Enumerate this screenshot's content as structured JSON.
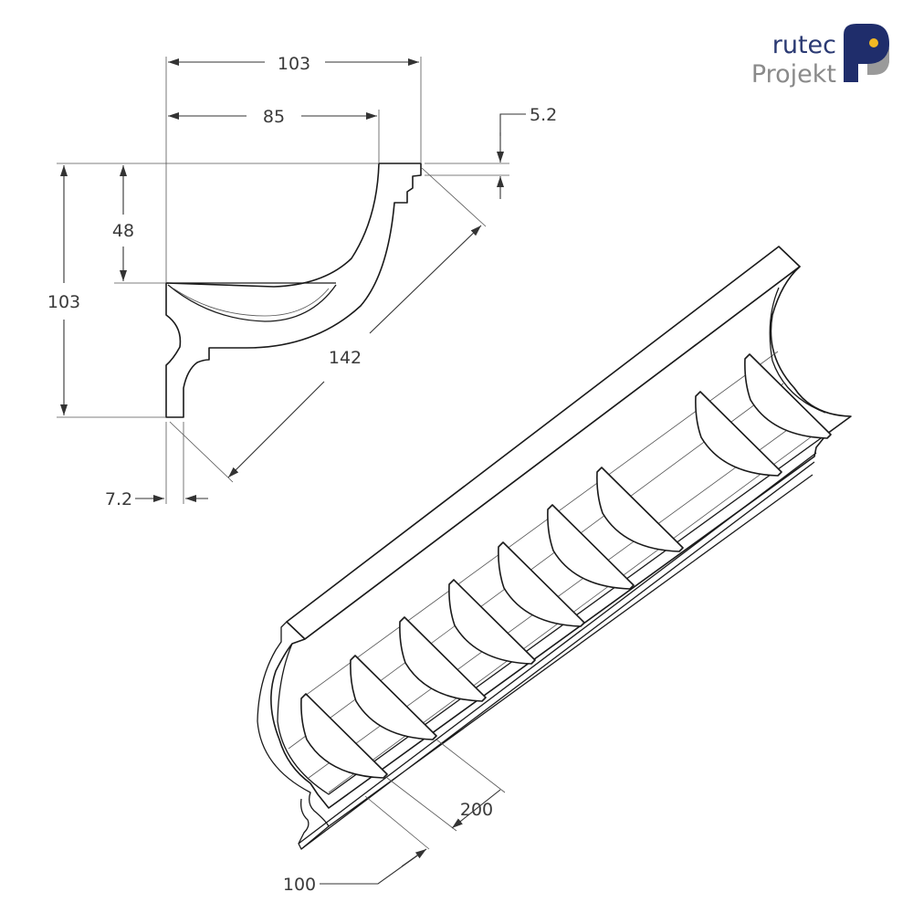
{
  "logo": {
    "line1": "rutec",
    "line2": "Projekt",
    "colors": {
      "primary": "#1f2d6b",
      "secondary": "#9a9a9a",
      "accent": "#f2b823"
    }
  },
  "dimensions": {
    "total_width": "103",
    "inner_width": "85",
    "lip_height": "5.2",
    "depth": "48",
    "total_height": "103",
    "diagonal": "142",
    "base_thickness": "7.2",
    "rib_spacing": "200",
    "end_offset": "100"
  }
}
